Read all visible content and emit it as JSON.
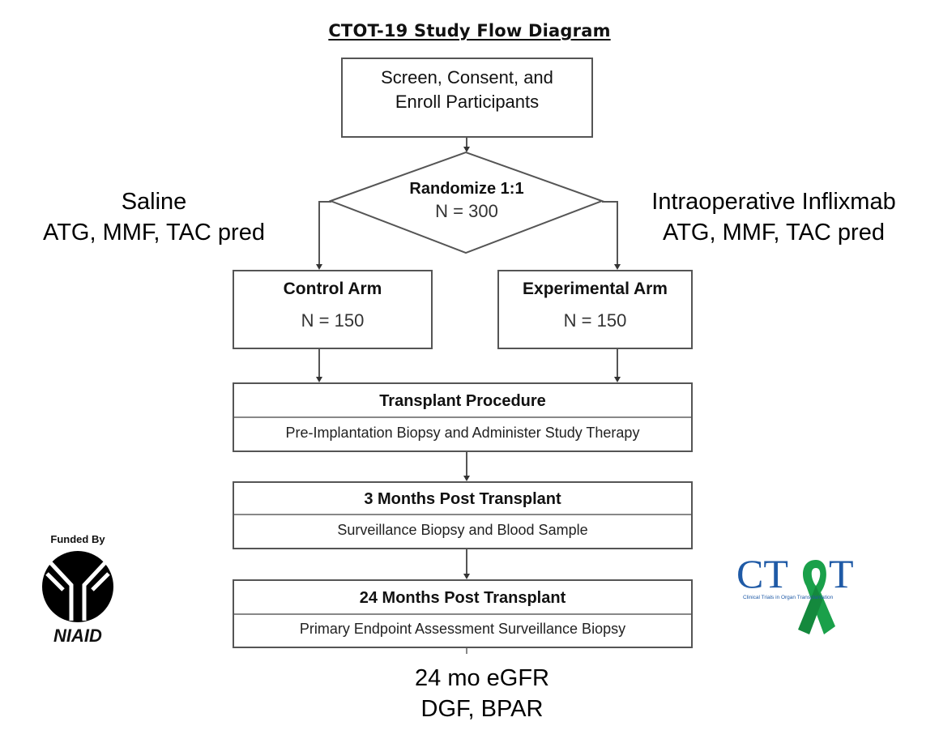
{
  "title": "CTOT-19 Study Flow Diagram",
  "nodes": {
    "enroll": {
      "line1": "Screen, Consent, and",
      "line2": "Enroll Participants"
    },
    "randomize": {
      "title": "Randomize 1:1",
      "n": "N = 300"
    },
    "control": {
      "title": "Control Arm",
      "n": "N = 150"
    },
    "experimental": {
      "title": "Experimental Arm",
      "n": "N = 150"
    },
    "transplant": {
      "title": "Transplant Procedure",
      "detail": "Pre-Implantation Biopsy and Administer Study Therapy"
    },
    "month3": {
      "title": "3 Months Post Transplant",
      "detail": "Surveillance Biopsy and Blood Sample"
    },
    "month24": {
      "title": "24 Months Post Transplant",
      "detail": "Primary Endpoint Assessment Surveillance Biopsy"
    }
  },
  "annotations": {
    "control_regimen": {
      "line1": "Saline",
      "line2": "ATG, MMF, TAC pred"
    },
    "experimental_regimen": {
      "line1": "Intraoperative Inflixmab",
      "line2": "ATG, MMF, TAC pred"
    },
    "endpoints": {
      "line1": "24 mo eGFR",
      "line2": "DGF, BPAR"
    }
  },
  "logos": {
    "niaid": {
      "caption": "Funded By",
      "name": "NIAID"
    },
    "ctot": {
      "letters_left": "CT",
      "letters_right": "T",
      "tagline": "Clinical Trials in Organ Transplantation",
      "brand_color": "#1f5aa6",
      "ribbon_color": "#1aa04a"
    }
  }
}
